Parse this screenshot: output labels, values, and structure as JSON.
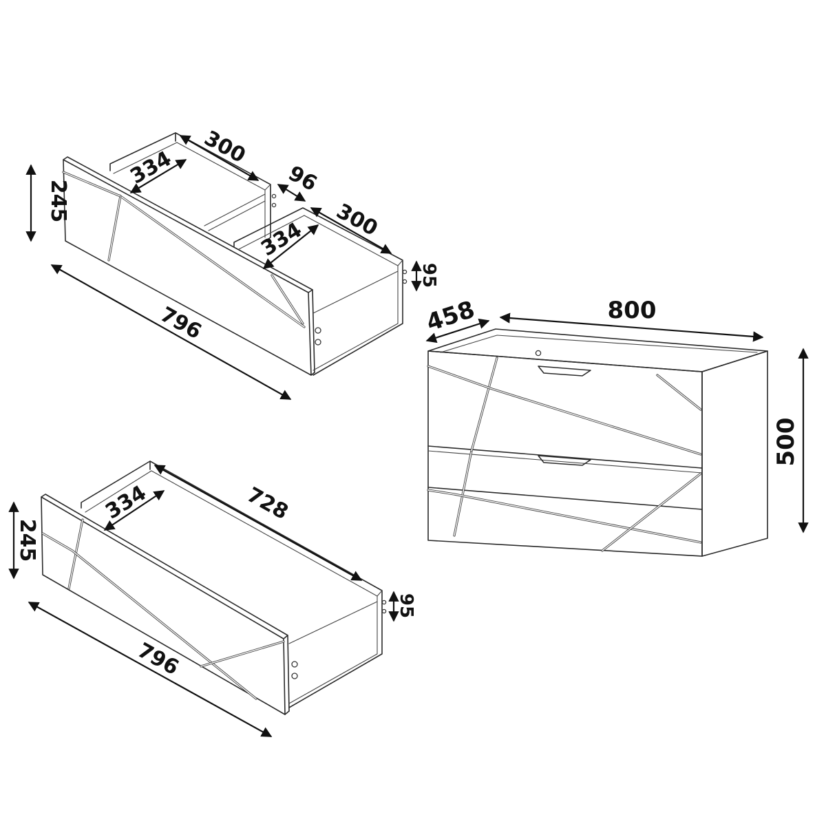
{
  "colors": {
    "line": "#2a2a2a",
    "dimension": "#111111",
    "background": "#ffffff"
  },
  "top_drawer": {
    "height": "245",
    "length": "796",
    "left_compartment": {
      "width": "334",
      "depth": "300"
    },
    "right_compartment": {
      "width": "334",
      "depth": "300"
    },
    "divider": "96",
    "box_height": "95"
  },
  "bottom_drawer": {
    "height": "245",
    "length": "796",
    "width": "334",
    "depth": "728",
    "box_height": "95"
  },
  "cabinet": {
    "depth": "458",
    "width": "800",
    "height": "500"
  }
}
